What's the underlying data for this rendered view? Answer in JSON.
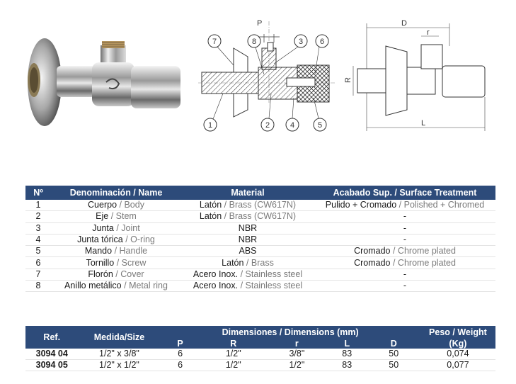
{
  "callouts": {
    "c1": "1",
    "c2": "2",
    "c3": "3",
    "c4": "4",
    "c5": "5",
    "c6": "6",
    "c7": "7",
    "c8": "8"
  },
  "dimension_labels": {
    "P": "P",
    "R": "R",
    "D": "D",
    "r": "r",
    "L": "L"
  },
  "parts_table": {
    "headers": {
      "no": "Nº",
      "name": "Denominación / Name",
      "material": "Material",
      "finish": "Acabado Sup. / Surface Treatment"
    },
    "rows": [
      {
        "no": "1",
        "name_es": "Cuerpo",
        "name_en": "Body",
        "mat_es": "Latón",
        "mat_en": "Brass (CW617N)",
        "fin_es": "Pulido + Cromado",
        "fin_en": "Polished + Chromed"
      },
      {
        "no": "2",
        "name_es": "Eje",
        "name_en": "Stem",
        "mat_es": "Latón",
        "mat_en": "Brass (CW617N)",
        "fin_es": "-",
        "fin_en": ""
      },
      {
        "no": "3",
        "name_es": "Junta",
        "name_en": "Joint",
        "mat_es": "NBR",
        "mat_en": "",
        "fin_es": "-",
        "fin_en": ""
      },
      {
        "no": "4",
        "name_es": "Junta tórica",
        "name_en": "O-ring",
        "mat_es": "NBR",
        "mat_en": "",
        "fin_es": "-",
        "fin_en": ""
      },
      {
        "no": "5",
        "name_es": "Mando",
        "name_en": "Handle",
        "mat_es": "ABS",
        "mat_en": "",
        "fin_es": "Cromado",
        "fin_en": "Chrome plated"
      },
      {
        "no": "6",
        "name_es": "Tornillo",
        "name_en": "Screw",
        "mat_es": "Latón",
        "mat_en": "Brass",
        "fin_es": "Cromado",
        "fin_en": "Chrome plated"
      },
      {
        "no": "7",
        "name_es": "Florón",
        "name_en": "Cover",
        "mat_es": "Acero Inox.",
        "mat_en": "Stainless steel",
        "fin_es": "-",
        "fin_en": ""
      },
      {
        "no": "8",
        "name_es": "Anillo metálico",
        "name_en": "Metal ring",
        "mat_es": "Acero Inox.",
        "mat_en": "Stainless steel",
        "fin_es": "-",
        "fin_en": ""
      }
    ]
  },
  "ref_table": {
    "headers": {
      "ref": "Ref.",
      "size": "Medida/Size",
      "dims": "Dimensiones / Dimensions (mm)",
      "weight": "Peso / Weight",
      "weight_unit": "(Kg)",
      "p": "P",
      "r_big": "R",
      "r_small": "r",
      "l": "L",
      "d": "D"
    },
    "rows": [
      {
        "ref": "3094 04",
        "size": "1/2\" x 3/8\"",
        "p": "6",
        "r_big": "1/2\"",
        "r_small": "3/8\"",
        "l": "83",
        "d": "50",
        "weight": "0,074"
      },
      {
        "ref": "3094 05",
        "size": "1/2\" x 1/2\"",
        "p": "6",
        "r_big": "1/2\"",
        "r_small": "1/2\"",
        "l": "83",
        "d": "50",
        "weight": "0,077"
      }
    ]
  }
}
